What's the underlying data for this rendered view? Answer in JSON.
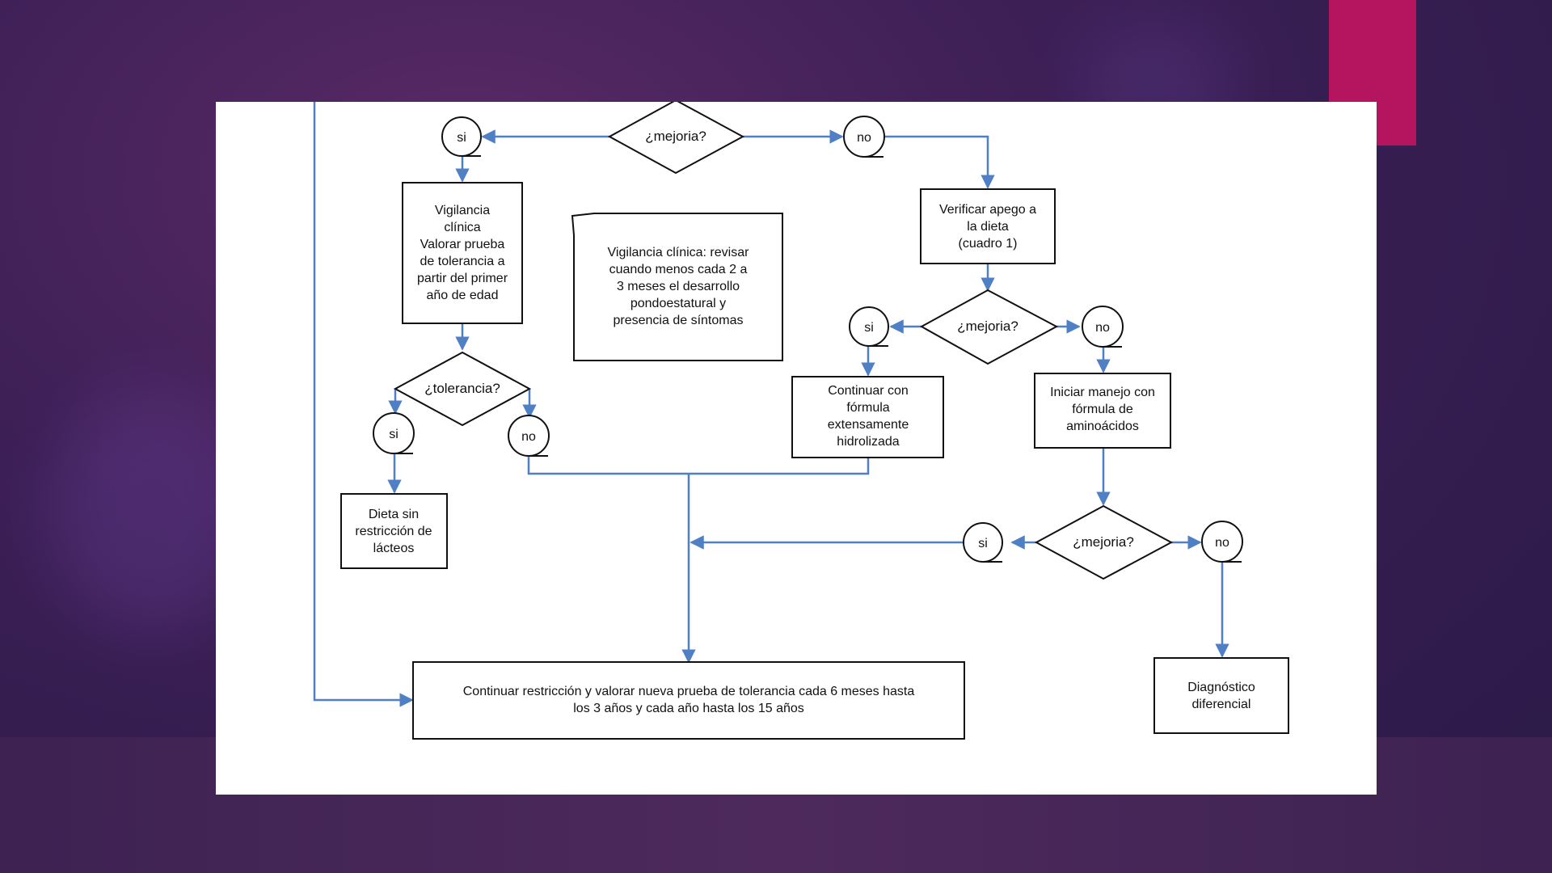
{
  "colors": {
    "accent": "#b5145e",
    "connector": "#4f7fc4",
    "background": "#3c1f55"
  },
  "diagram": {
    "decisions": {
      "mejoria_top": "¿mejoria?",
      "tolerancia": "¿tolerancia?",
      "mejoria_mid": "¿mejoria?",
      "mejoria_low": "¿mejoria?"
    },
    "circles": {
      "si_top": "si",
      "no_top": "no",
      "si_tol": "si",
      "no_tol": "no",
      "si_mid": "si",
      "no_mid": "no",
      "si_low": "si",
      "no_low": "no"
    },
    "boxes": {
      "vigilancia": [
        "Vigilancia",
        "clínica",
        "Valorar prueba",
        "de tolerancia a",
        "partir del primer",
        "año de edad"
      ],
      "note": [
        "Vigilancia clínica: revisar",
        "cuando menos cada 2 a",
        "3 meses el desarrollo",
        "pondoestatural y",
        "presencia de síntomas"
      ],
      "verificar": [
        "Verificar apego a",
        "la dieta",
        "(cuadro 1)"
      ],
      "continuar_formula": [
        "Continuar con",
        "fórmula",
        "extensamente",
        "hidrolizada"
      ],
      "iniciar_manejo": [
        "Iniciar manejo con",
        "fórmula de",
        "aminoácidos"
      ],
      "dieta": [
        "Dieta sin",
        "restricción de",
        "lácteos"
      ],
      "continuar_restriccion": [
        "Continuar restricción y valorar nueva prueba de tolerancia cada 6 meses hasta",
        "los 3 años y cada año hasta los 15 años"
      ],
      "diagnostico": [
        "Diagnóstico",
        "diferencial"
      ]
    }
  }
}
